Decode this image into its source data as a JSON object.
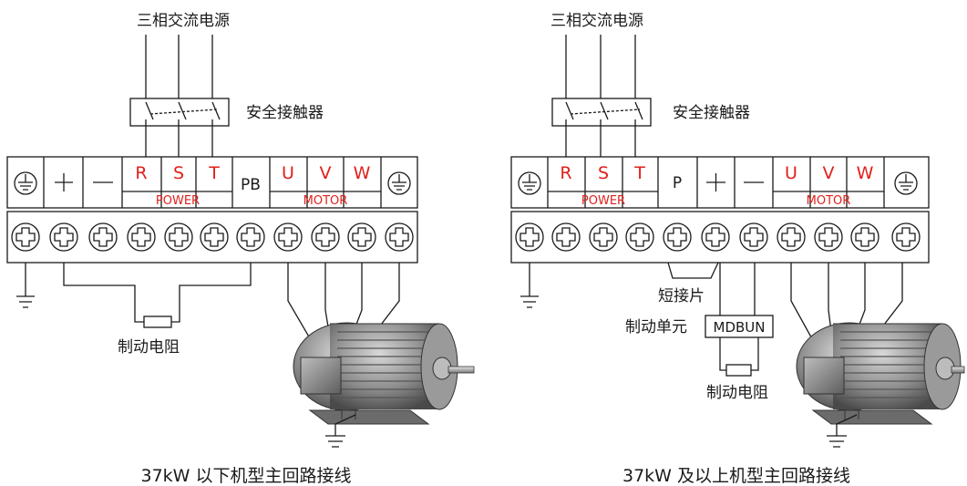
{
  "left": {
    "supply_label": "三相交流电源",
    "contactor_label": "安全接触器",
    "terminals": [
      "R",
      "S",
      "T",
      "PB",
      "U",
      "V",
      "W"
    ],
    "power_group": "POWER",
    "motor_group": "MOTOR",
    "resistor_label": "制动电阻",
    "caption": "37kW 以下机型主回路接线"
  },
  "right": {
    "supply_label": "三相交流电源",
    "contactor_label": "安全接触器",
    "terminals": [
      "R",
      "S",
      "T",
      "P",
      "U",
      "V",
      "W"
    ],
    "power_group": "POWER",
    "motor_group": "MOTOR",
    "jumper_label": "短接片",
    "brake_unit_label": "制动单元",
    "brake_unit_name": "MDBUN",
    "resistor_label": "制动电阻",
    "caption": "37kW 及以上机型主回路接线"
  },
  "colors": {
    "terminal_text": "#e0201b",
    "line": "#1a1a1a",
    "motor_body": "#8c8c8c"
  }
}
